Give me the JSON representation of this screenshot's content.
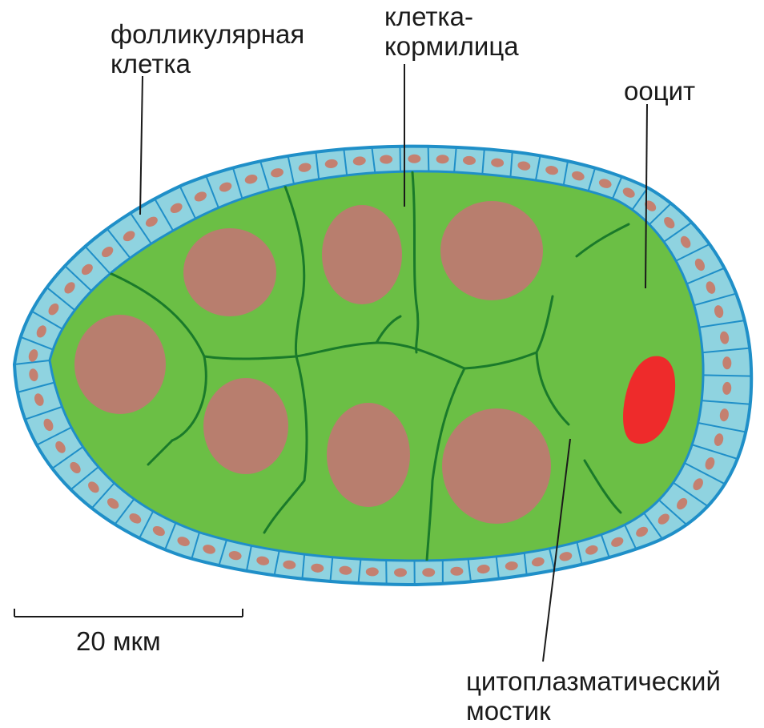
{
  "labels": {
    "follicular_cell": [
      "фолликулярная",
      "клетка"
    ],
    "nurse_cell": [
      "клетка-",
      "кормилица"
    ],
    "oocyte": "ооцит",
    "cytoplasmic_bridge": [
      "цитоплазматический",
      "мостик"
    ]
  },
  "scale_bar": {
    "label": "20 мкм"
  },
  "colors": {
    "follicle_layer": "#8fd3e0",
    "follicle_outline": "#1f8fc8",
    "cytoplasm": "#6bbf45",
    "nurse_nucleus": "#b87e6e",
    "follicle_nucleus": "#c48070",
    "oocyte_nucleus": "#ee2b2b",
    "membrane_lines": "#1a7a2a",
    "pointer_lines": "#1a1a1a"
  },
  "counts": {
    "nurse_cells": 7,
    "follicle_cells_visible": 68
  }
}
